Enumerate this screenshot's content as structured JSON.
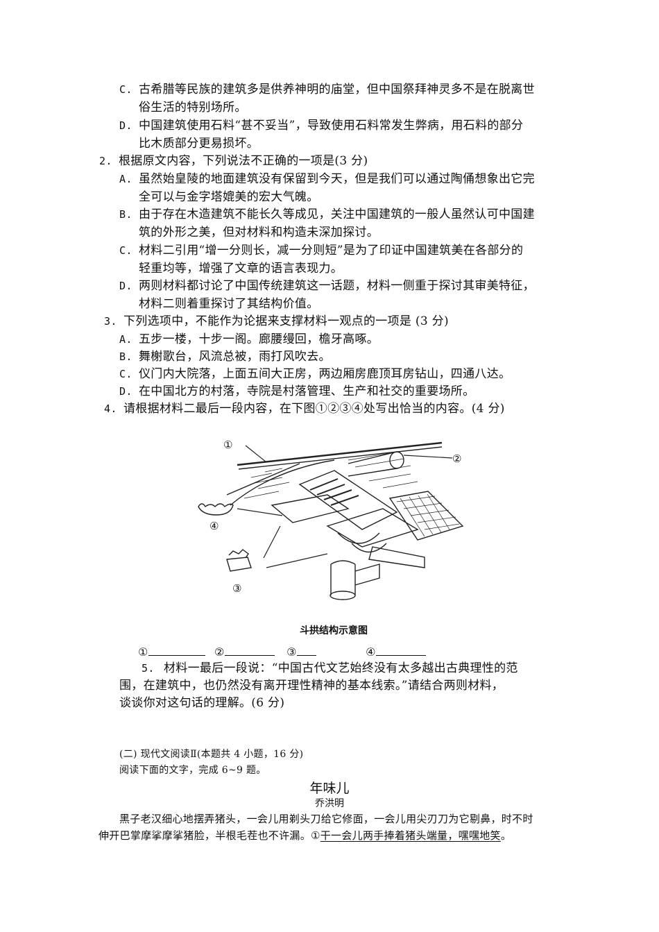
{
  "q1_tail": {
    "C": {
      "label": "C.",
      "line1": "古希腊等民族的建筑多是供养神明的庙堂，但中国祭拜神灵多不是在脱离世",
      "line2": "俗生活的特别场所。"
    },
    "D": {
      "label": "D.",
      "line1": "中国建筑使用石料“甚不妥当”，导致使用石料常发生弊病，用石料的部分",
      "line2": "比木质部分更易损坏。"
    }
  },
  "q2": {
    "number": "2.",
    "stem": "根据原文内容，下列说法不正确的一项是(3 分)",
    "options": [
      {
        "label": "A.",
        "line1": "虽然始皇陵的地面建筑没有保留到今天，但是我们可以通过陶俑想象出它完",
        "line2": "全可以与金字塔媲美的宏大气魄。"
      },
      {
        "label": "B.",
        "line1": "由于存在木造建筑不能长久等成见，关注中国建筑的一般人虽然认可中国建",
        "line2": "筑的外形之美，但对材料和构造未深加探讨。"
      },
      {
        "label": "C.",
        "line1": "材料二引用“增一分则长，减一分则短”是为了印证中国建筑美在各部分的",
        "line2": "轻重均等，增强了文章的语言表现力。"
      },
      {
        "label": "D.",
        "line1": "两则材料都讨论了中国传统建筑这一话题，材料一侧重于探讨其审美特征，",
        "line2": "材料二则着重探讨了其结构价值。"
      }
    ]
  },
  "q3": {
    "number": "3.",
    "stem": "下列选项中，不能作为论据来支撑材料一观点的一项是 (3 分)",
    "options": [
      {
        "label": "A.",
        "text": "五步一楼，十步一阁。廊腰缦回，檐牙高啄。"
      },
      {
        "label": "B.",
        "text": "舞榭歌台，风流总被，雨打风吹去。"
      },
      {
        "label": "C.",
        "text": "仪门内大院落，上面五间大正房，两边厢房鹿顶耳房钻山，四通八达。"
      },
      {
        "label": "D.",
        "text": "在中国北方的村落，寺院是村落管理、生产和社交的重要场所。"
      }
    ]
  },
  "q4": {
    "number": "4.",
    "stem": "请根据材料二最后一段内容，在下图①②③④处写出恰当的内容。(4 分)",
    "figure": {
      "caption": "斗拱结构示意图",
      "markers": [
        "①",
        "②",
        "③",
        "④"
      ]
    },
    "blanks": [
      "①",
      "②",
      "③",
      "④"
    ]
  },
  "q5": {
    "number": "5.",
    "line1": "材料一最后一段说：“中国古代文艺始终没有太多越出古典理性的范",
    "line2": "围，在建筑中，也仍然没有离开理性精神的基本线索。”请结合两则材料，",
    "line3": "谈谈你对这句话的理解。(6 分)"
  },
  "section2": {
    "heading": "(二) 现代文阅读Ⅱ(本题共 4 小题，16 分)",
    "instruction": "阅读下面的文字，完成 6~9 题。",
    "title": "年味儿",
    "author": "乔洪明",
    "para1_line1": "黑子老汉细心地摆弄猪头，一会儿用剃头刀给它修面，一会儿用尖刃刀为它剔鼻，时不时",
    "para1_line2_plain": "伸开巴掌摩挲摩挲猪脸，半根毛茬也不许漏。①",
    "para1_line2_underlined": "干一会儿两手捧着猪头端量，嘿嘿地笑",
    "para1_line2_end": "。"
  }
}
